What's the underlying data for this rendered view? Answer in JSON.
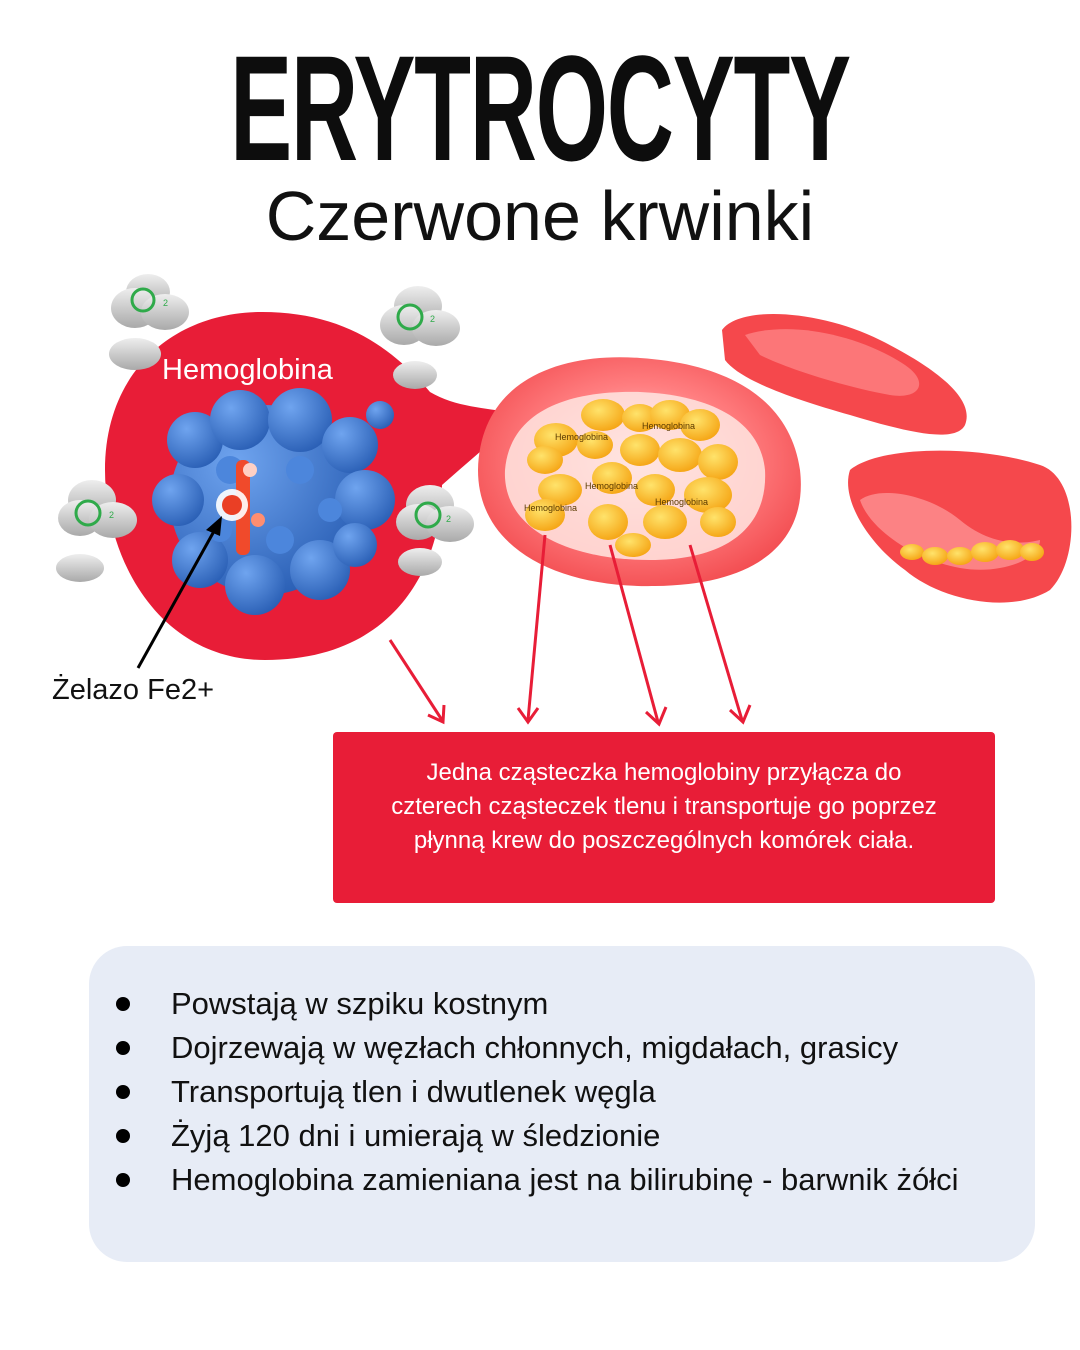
{
  "title": "ERYTROCYTY",
  "subtitle": "Czerwone krwinki",
  "diagram": {
    "hemoglobin_label": "Hemoglobina",
    "iron_label": "Żelazo Fe2+",
    "oxygen_symbol": "O",
    "oxygen_subscript": "2",
    "cell_labels": [
      "Hemoglobina",
      "Hemoglobina",
      "Hemoglobina",
      "Hemoglobina",
      "Hemoglobina"
    ],
    "colors": {
      "accent_red": "#e81d37",
      "protein_blue": "#3a73c8",
      "hemoglobin_yellow": "#f7b418",
      "oxygen_green": "#2faa4a",
      "cloud_gray": "#bdbdbd"
    }
  },
  "info_box": {
    "lines": [
      "Jedna cząsteczka hemoglobiny przyłącza do",
      "czterech cząsteczek tlenu i transportuje go poprzez",
      "płynną krew do poszczególnych komórek ciała."
    ]
  },
  "facts": [
    "Powstają w szpiku kostnym",
    "Dojrzewają w węzłach chłonnych, migdałach, grasicy",
    "Transportują tlen i dwutlenek węgla",
    "Żyją 120 dni i umierają w śledzionie",
    "Hemoglobina zamieniana jest na bilirubinę - barwnik żółci"
  ]
}
